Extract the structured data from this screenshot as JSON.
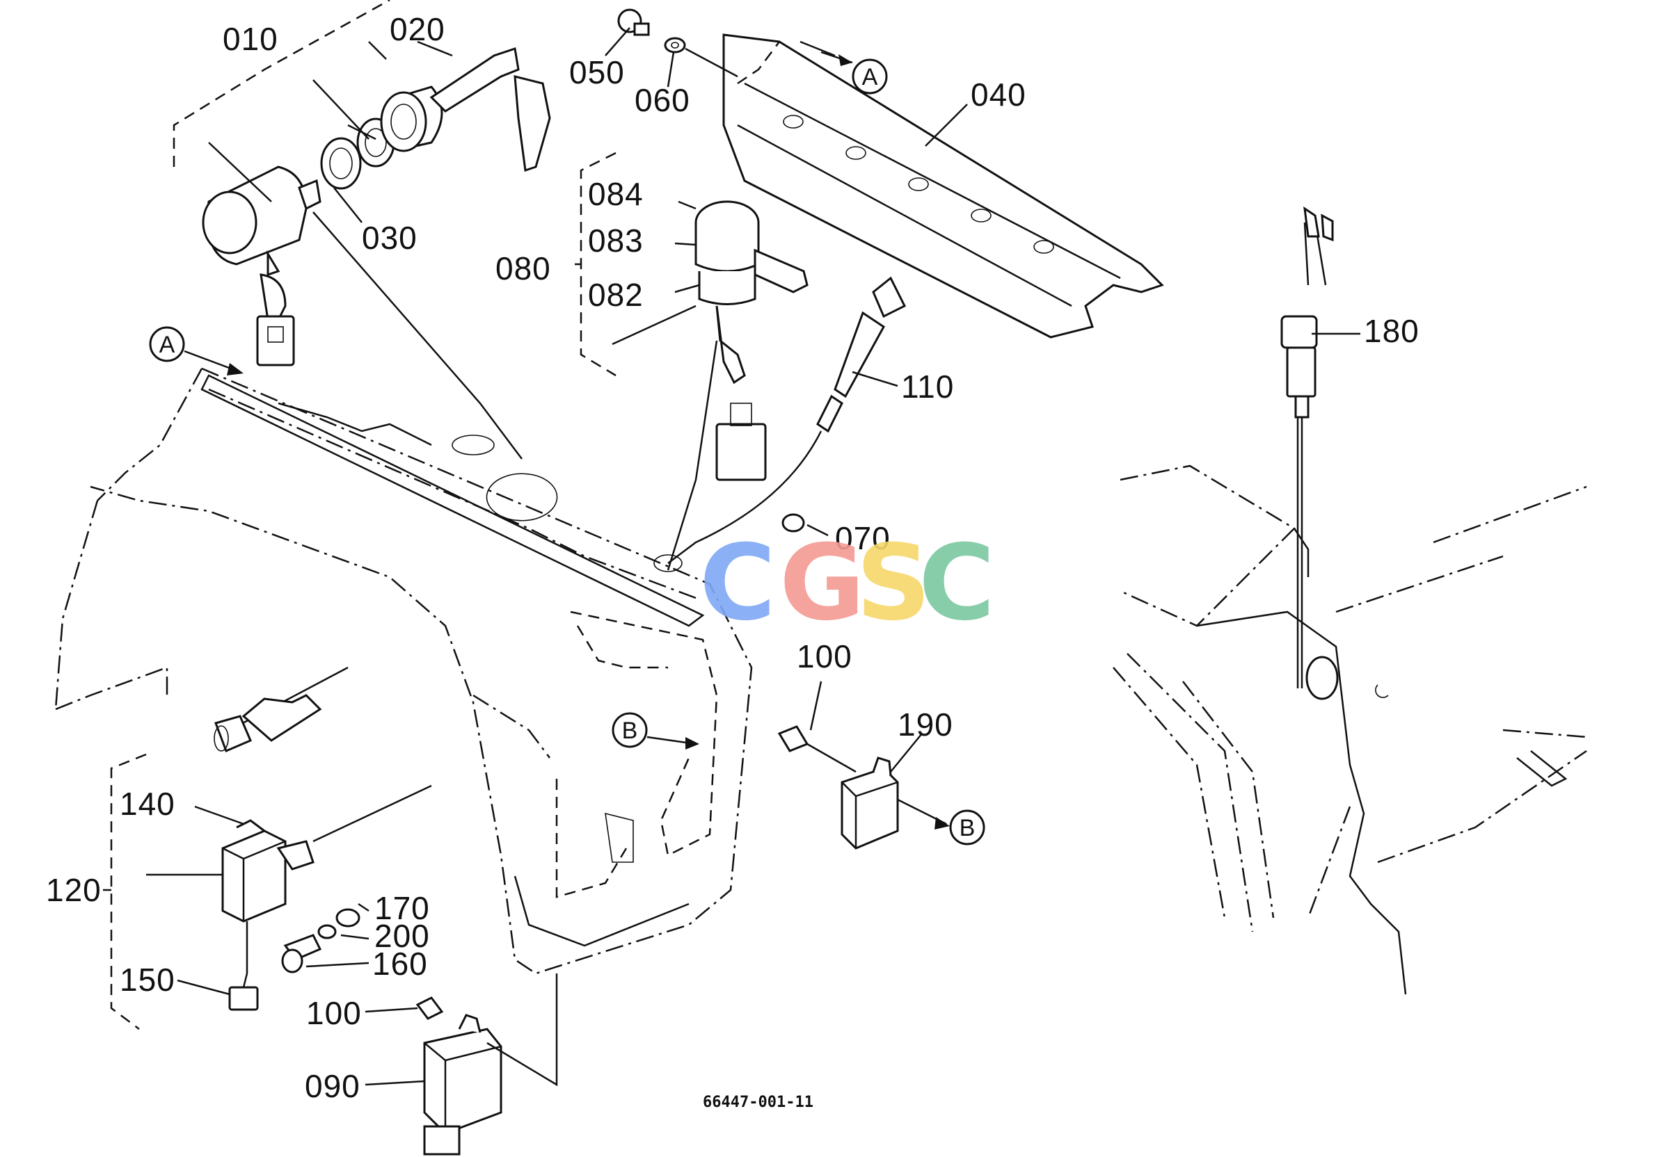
{
  "callouts": {
    "p010": "010",
    "p020": "020",
    "p030": "030",
    "p040": "040",
    "p050": "050",
    "p060": "060",
    "p070": "070",
    "p080": "080",
    "p082": "082",
    "p083": "083",
    "p084": "084",
    "p090": "090",
    "p100a": "100",
    "p100b": "100",
    "p110": "110",
    "p120": "120",
    "p140": "140",
    "p150": "150",
    "p160": "160",
    "p170": "170",
    "p180": "180",
    "p190": "190",
    "p200": "200"
  },
  "references": {
    "a1": "A",
    "a2": "A",
    "b1": "B",
    "b2": "B"
  },
  "drawing_number": "66447-001-11",
  "watermark": {
    "letters": [
      "C",
      "G",
      "S",
      "C"
    ],
    "colors": [
      "#7fa8f5",
      "#f59a93",
      "#f7d86a",
      "#7cc8a0"
    ]
  }
}
